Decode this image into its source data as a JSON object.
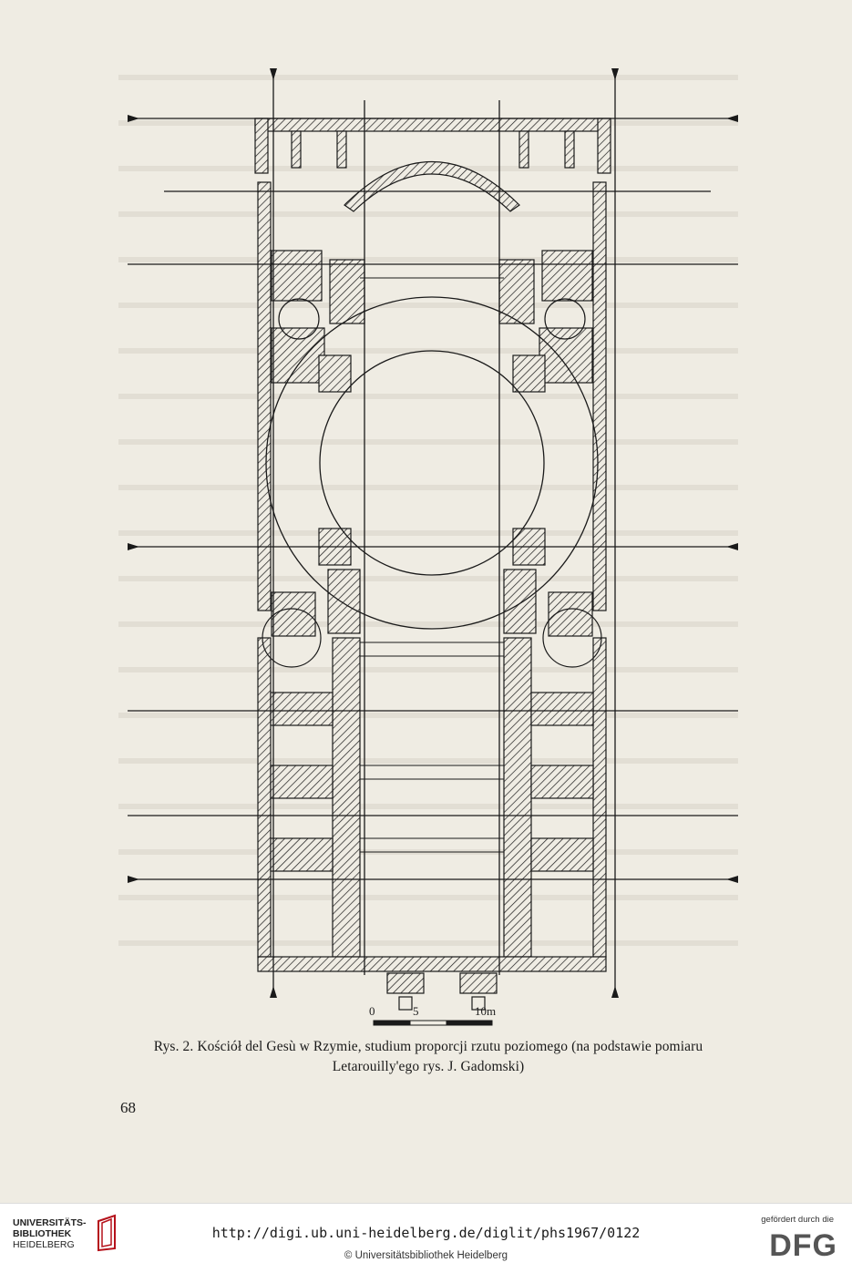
{
  "figure": {
    "scale_labels": [
      "0",
      "5",
      "10m"
    ],
    "caption_line1": "Rys. 2. Kościół del Gesù w Rzymie, studium proporcji rzutu poziomego (na podstawie pomiaru",
    "caption_line2": "Letarouilly'ego rys. J. Gadomski)",
    "page_number": "68"
  },
  "footer": {
    "library_line1": "UNIVERSITÄTS-",
    "library_line2": "BIBLIOTHEK",
    "library_line3": "HEIDELBERG",
    "url": "http://digi.ub.uni-heidelberg.de/diglit/phs1967/0122",
    "copyright": "© Universitätsbibliothek Heidelberg",
    "funding_note": "gefördert durch die",
    "funder": "DFG"
  },
  "colors": {
    "paper": "#efece3",
    "ink": "#1a1a1a",
    "logo_red": "#b5121b"
  }
}
